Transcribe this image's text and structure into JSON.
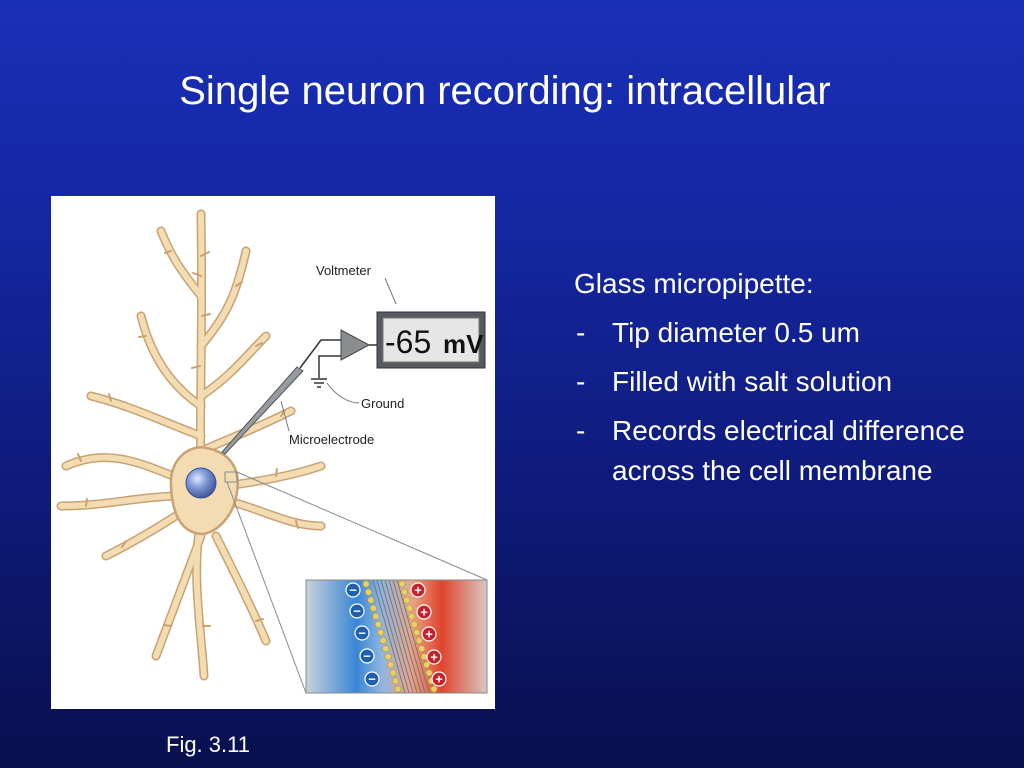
{
  "slide": {
    "title": "Single neuron recording: intracellular"
  },
  "figure": {
    "caption": "Fig. 3.11",
    "labels": {
      "voltmeter": "Voltmeter",
      "ground": "Ground",
      "microelectrode": "Microelectrode"
    },
    "meter_reading": {
      "value": "-65",
      "unit": "mV"
    },
    "membrane_inset": {
      "inside_charge": "−",
      "outside_charge": "+",
      "inside_color": "#3a86d6",
      "outside_color": "#e0442c"
    },
    "icons": [
      "neuron-illustration",
      "voltmeter-display",
      "amplifier-triangle",
      "ground-symbol",
      "microelectrode-pipette"
    ]
  },
  "notes": {
    "heading": "Glass micropipette:",
    "bullets": [
      "Tip diameter 0.5 um",
      "Filled with salt solution",
      "Records electrical difference across the cell membrane"
    ],
    "bullet_marker": "-"
  },
  "colors": {
    "background_top": "#1a2fb8",
    "background_bottom": "#08104e",
    "text": "#ffffff",
    "neuron_fill": "#f3dcb2",
    "nucleus": "#6a85c8"
  }
}
